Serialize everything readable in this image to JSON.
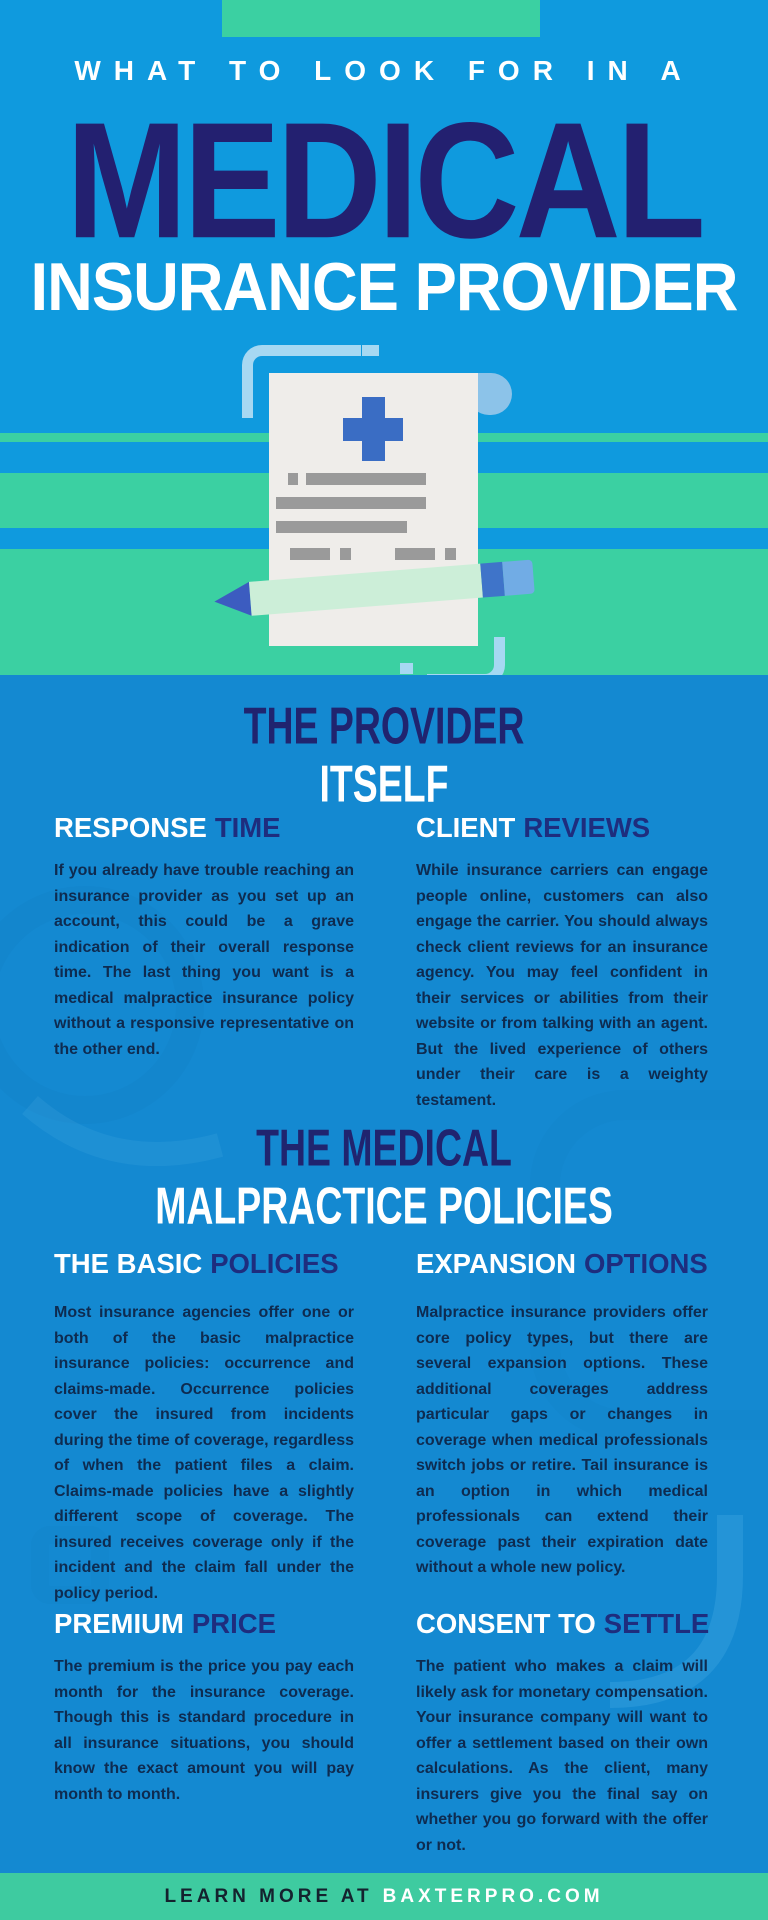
{
  "colors": {
    "top_background": "#0f9ade",
    "main_background": "#1489d1",
    "teal_accent": "#3bd0a2",
    "footer_teal": "#3ecba0",
    "title_navy": "#232070",
    "heading_navy": "#1e2d7e",
    "body_text_navy": "#0e2b50",
    "white": "#ffffff",
    "cross_blue": "#3a6dc4"
  },
  "header": {
    "eyebrow": "WHAT TO LOOK FOR IN A",
    "title": "MEDICAL",
    "subtitle": "INSURANCE PROVIDER"
  },
  "illustration": {
    "name": "medical-insurance-document-with-pencil"
  },
  "sections": [
    {
      "title_line1": "THE PROVIDER",
      "title_line2": "ITSELF",
      "columns": [
        {
          "heading_white": "RESPONSE",
          "heading_navy": "TIME",
          "body": "If you already have trouble reaching an insurance provider as you set up an account, this could be a grave indication of their overall response time. The last thing you want is a medical malpractice insurance policy without a responsive representative on the other end."
        },
        {
          "heading_white": "CLIENT",
          "heading_navy": "REVIEWS",
          "body": "While insurance carriers can engage people online, customers can also engage the carrier. You should always check client reviews for an insurance agency. You may feel confident in their services or abilities from their website or from talking with an agent. But the lived experience of others under their care is a weighty testament."
        }
      ]
    },
    {
      "title_line1": "THE MEDICAL",
      "title_line2": "MALPRACTICE POLICIES",
      "columns": [
        {
          "heading_white": "THE BASIC",
          "heading_navy": "POLICIES",
          "body": "Most insurance agencies offer one or both of the basic malpractice insurance policies: occurrence and claims-made. Occurrence policies cover the insured from incidents during the time of coverage, regardless of when the patient files a claim. Claims-made policies have a slightly different scope of coverage. The insured receives coverage only if the incident and the claim fall under the policy period."
        },
        {
          "heading_white": "EXPANSION",
          "heading_navy": "OPTIONS",
          "body": "Malpractice insurance providers offer core policy types, but there are several expansion options. These additional coverages address particular gaps or changes in coverage when medical professionals switch jobs or retire. Tail insurance is an option in which medical professionals can extend their coverage past their expiration date without a whole new policy."
        },
        {
          "heading_white": "PREMIUM",
          "heading_navy": "PRICE",
          "body": "The premium is the price you pay each month for the insurance coverage. Though this is standard procedure in all insurance situations, you should know the exact amount you will pay month to month."
        },
        {
          "heading_white": "CONSENT TO",
          "heading_navy": "SETTLE",
          "body": "The patient who makes a claim will likely ask for monetary compensation. Your insurance company will want to offer a settlement based on their own calculations. As the client, many insurers give you the final say on whether you go forward with the offer or not."
        }
      ]
    }
  ],
  "footer": {
    "prefix": "LEARN MORE AT",
    "site": "BAXTERPRO.COM"
  }
}
